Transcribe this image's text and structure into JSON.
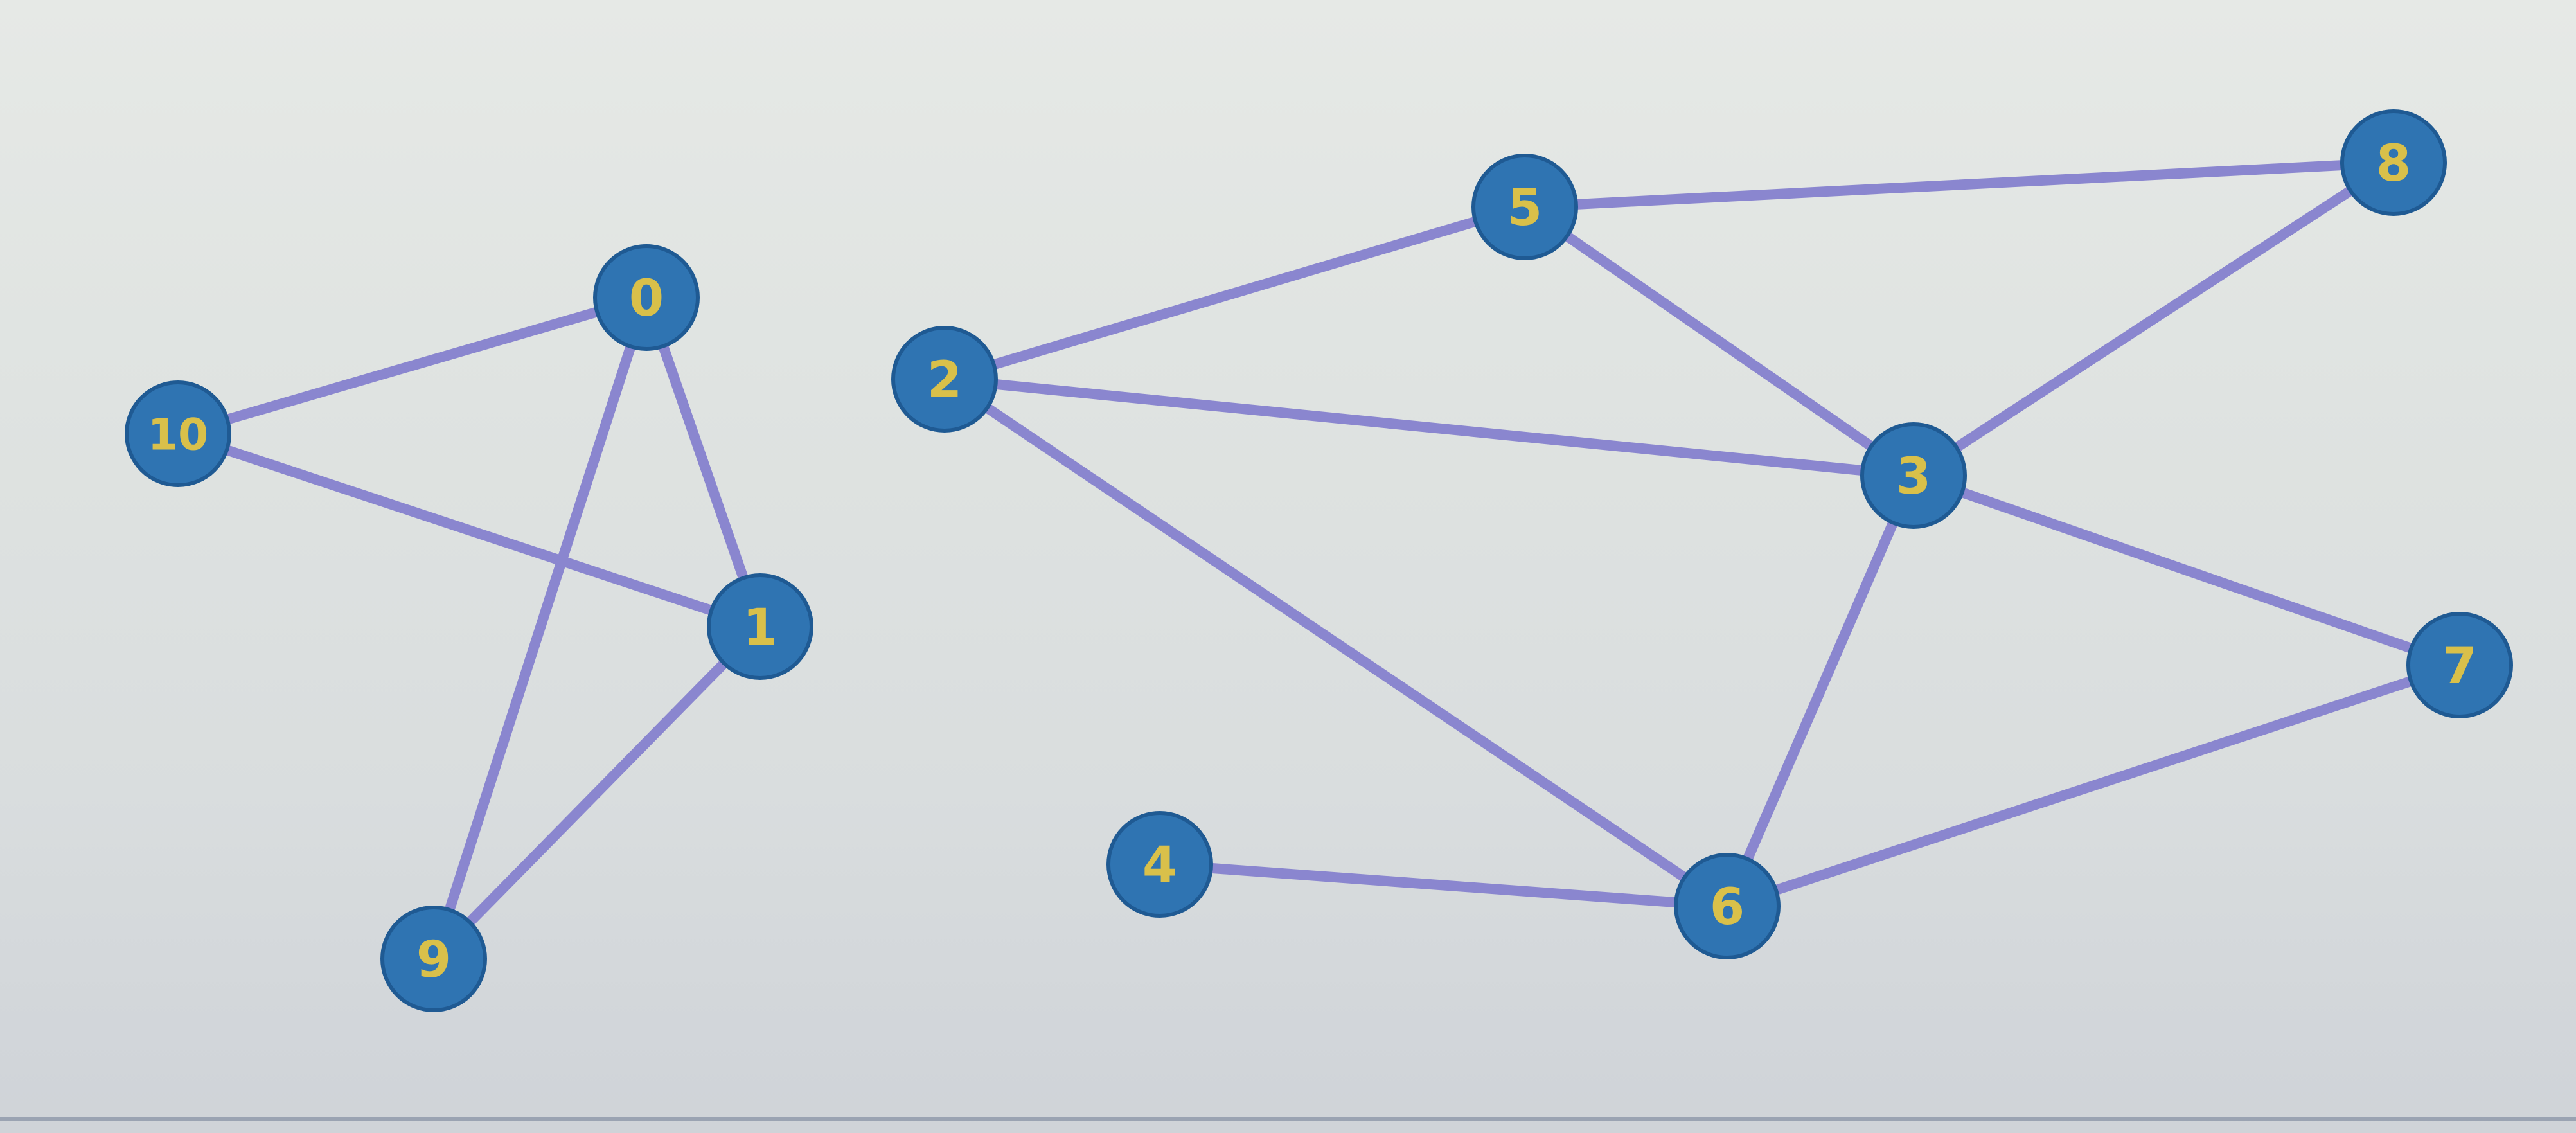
{
  "colors": {
    "edge": "#8a86cf",
    "node_fill": "#2f74b2",
    "node_stroke": "#1f5a93",
    "label": "#d9c04a",
    "bottom_rule": "#9aa3b2"
  },
  "graph": {
    "nodes": [
      {
        "id": "0",
        "label": "0"
      },
      {
        "id": "1",
        "label": "1"
      },
      {
        "id": "2",
        "label": "2"
      },
      {
        "id": "3",
        "label": "3"
      },
      {
        "id": "4",
        "label": "4"
      },
      {
        "id": "5",
        "label": "5"
      },
      {
        "id": "6",
        "label": "6"
      },
      {
        "id": "7",
        "label": "7"
      },
      {
        "id": "8",
        "label": "8"
      },
      {
        "id": "9",
        "label": "9"
      },
      {
        "id": "10",
        "label": "10"
      }
    ],
    "edges": [
      {
        "source": "0",
        "target": "10"
      },
      {
        "source": "0",
        "target": "1"
      },
      {
        "source": "0",
        "target": "9"
      },
      {
        "source": "10",
        "target": "1"
      },
      {
        "source": "1",
        "target": "9"
      },
      {
        "source": "2",
        "target": "5"
      },
      {
        "source": "2",
        "target": "3"
      },
      {
        "source": "2",
        "target": "6"
      },
      {
        "source": "5",
        "target": "8"
      },
      {
        "source": "5",
        "target": "3"
      },
      {
        "source": "8",
        "target": "3"
      },
      {
        "source": "3",
        "target": "7"
      },
      {
        "source": "3",
        "target": "6"
      },
      {
        "source": "4",
        "target": "6"
      },
      {
        "source": "6",
        "target": "7"
      }
    ]
  }
}
